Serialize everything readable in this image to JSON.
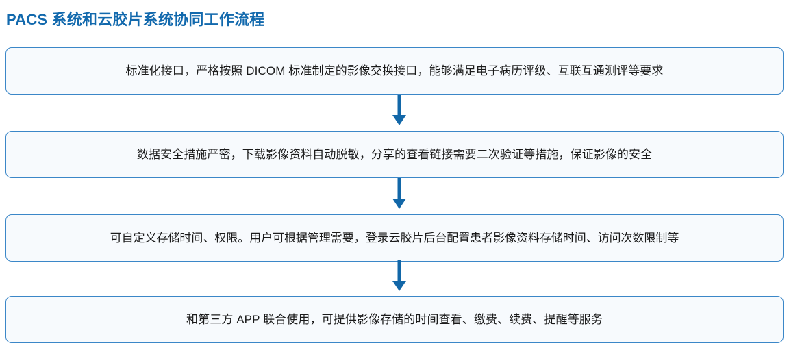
{
  "header": {
    "title": "PACS 系统和云胶片系统协同工作流程",
    "title_color": "#1269ad"
  },
  "theme": {
    "box_border_color": "#3b87c8",
    "box_fill_color": "#f7fafd",
    "arrow_color": "#1267a8",
    "text_color": "#1b1b1b"
  },
  "flow": {
    "steps": [
      {
        "index": "1",
        "text": "标准化接口，严格按照 DICOM 标准制定的影像交换接口，能够满足电子病历评级、互联互通测评等要求"
      },
      {
        "index": "2",
        "text": "数据安全措施严密，下载影像资料自动脱敏，分享的查看链接需要二次验证等措施，保证影像的安全"
      },
      {
        "index": "3",
        "text": "可自定义存储时间、权限。用户可根据管理需要，登录云胶片后台配置患者影像资料存储时间、访问次数限制等"
      },
      {
        "index": "4",
        "text": "和第三方 APP 联合使用，可提供影像存储的时间查看、缴费、续费、提醒等服务"
      }
    ],
    "connectors": [
      {
        "icon": "arrow-down-icon"
      },
      {
        "icon": "arrow-down-icon"
      },
      {
        "icon": "arrow-down-icon"
      }
    ]
  }
}
